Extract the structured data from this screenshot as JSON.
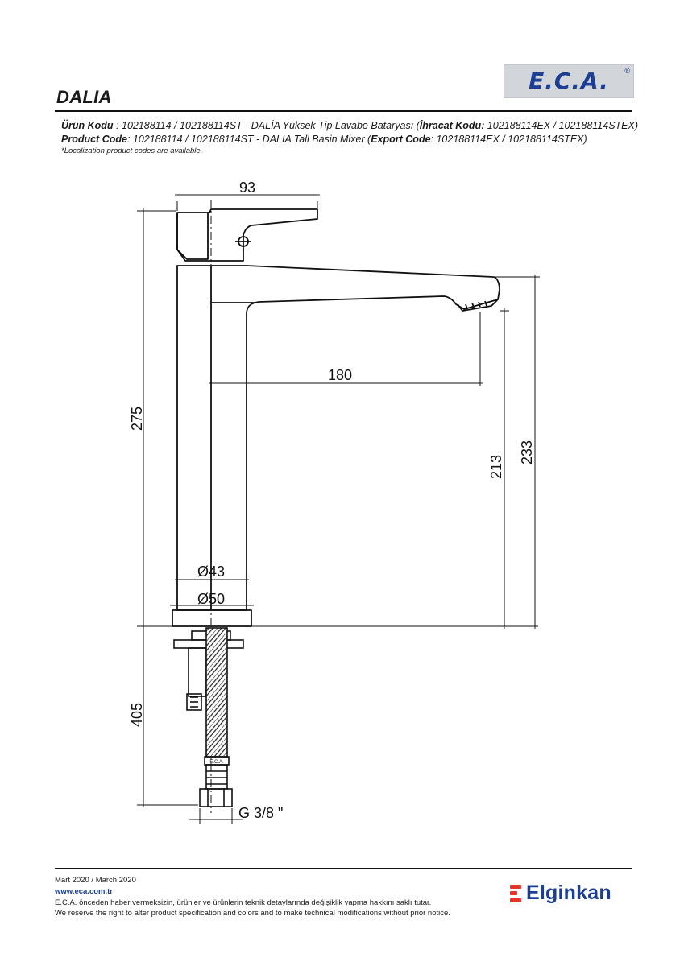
{
  "header": {
    "brand": "E.C.A.",
    "brand_mark": "®",
    "product_name": "DALIA"
  },
  "codes": {
    "tr_label": "Ürün Kodu",
    "tr_text": "       : 102188114 / 102188114ST - DALİA Yüksek Tip Lavabo Bataryası (",
    "tr_export_label": "İhracat Kodu:",
    "tr_export_text": " 102188114EX / 102188114STEX)",
    "en_label": "Product Code",
    "en_text": ": 102188114 / 102188114ST - DALIA Tall Basin Mixer (",
    "en_export_label": "Export Code",
    "en_export_text": ": 102188114EX / 102188114STEX)",
    "note": "*Localization product codes are available."
  },
  "dimensions": {
    "handle_width": "93",
    "total_height": "275",
    "spout_reach": "180",
    "spout_height": "213",
    "top_height": "233",
    "body_diameter": "Ø43",
    "base_diameter": "Ø50",
    "hose_length": "405",
    "connection": "G 3/8 \"",
    "hose_tag": "E.C.A."
  },
  "footer": {
    "date": "Mart 2020 / March 2020",
    "website": "www.eca.com.tr",
    "disclaimer_tr": "E.C.A. önceden haber vermeksizin, ürünler ve ürünlerin teknik detaylarında değişiklik yapma hakkını saklı tutar.",
    "disclaimer_en": "We reserve the right to alter product specification and colors and to make technical modifications without prior notice.",
    "company": "Elginkan"
  }
}
